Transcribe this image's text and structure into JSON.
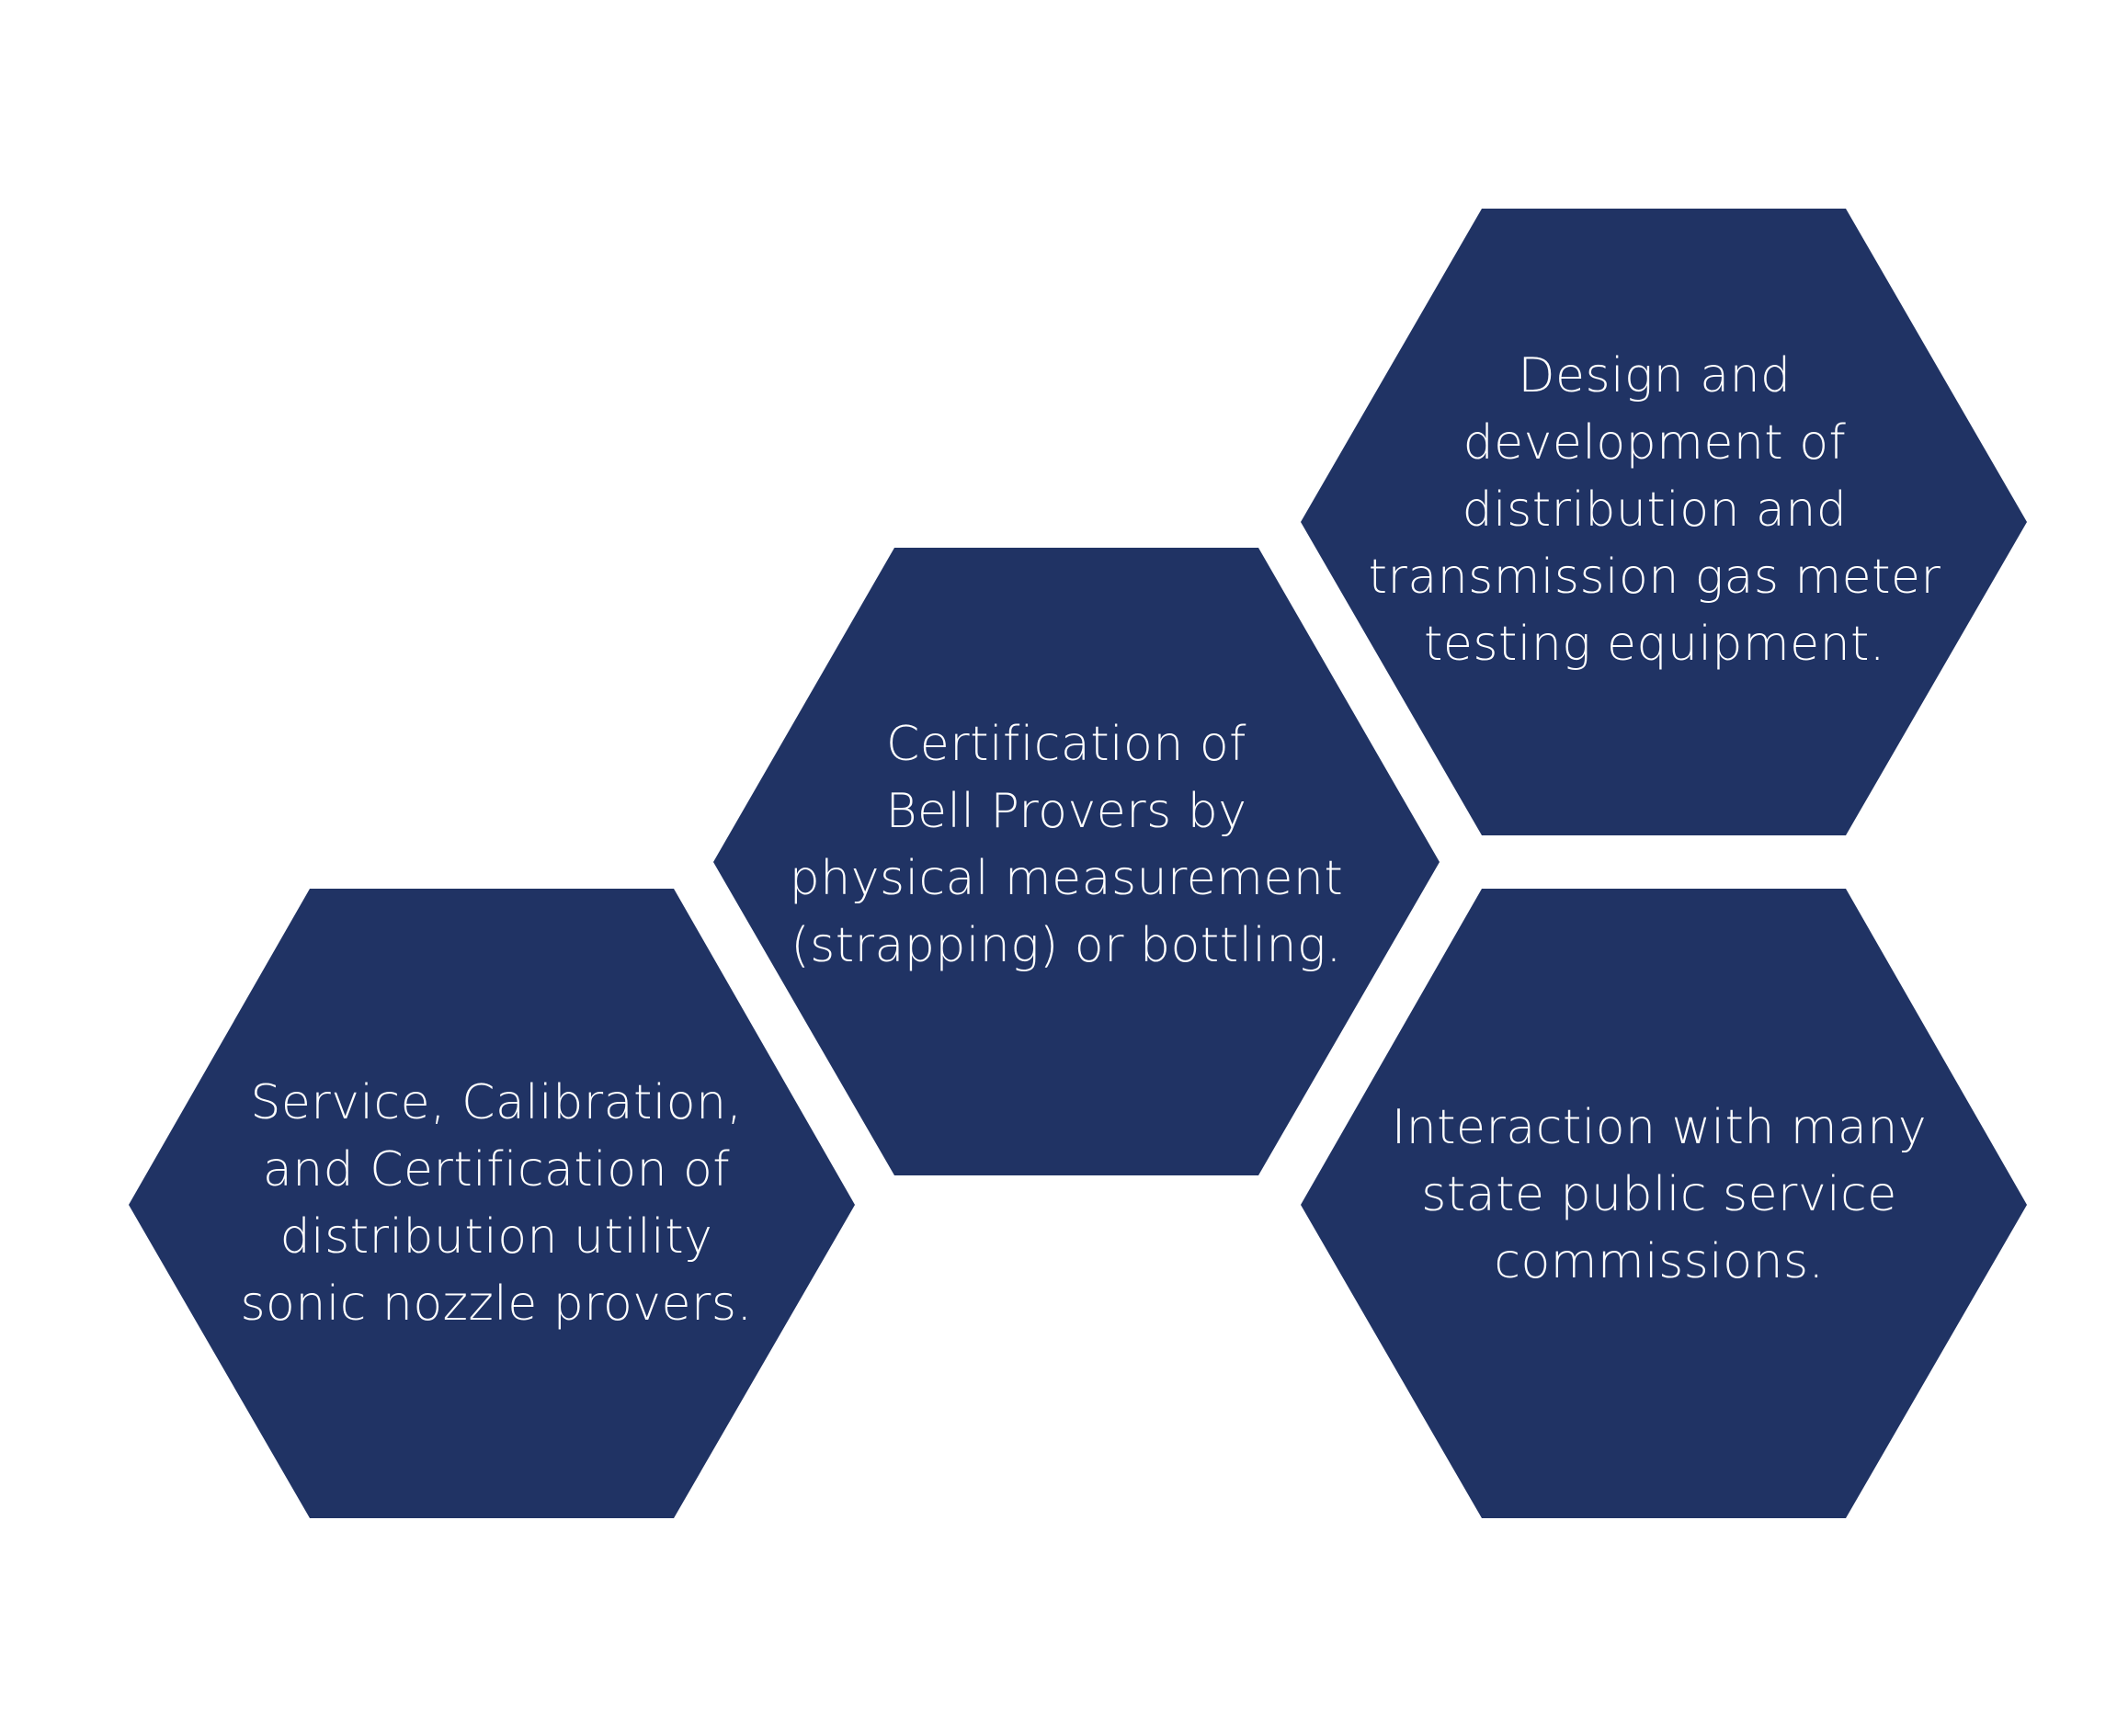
{
  "colors": {
    "background": "#ffffff",
    "hexagon_fill": "#203364",
    "text": "#ffffff"
  },
  "hexagons": [
    {
      "lines": [
        "Service, Calibration,",
        "and Certification of",
        "distribution utility",
        "sonic nozzle provers."
      ]
    },
    {
      "lines": [
        "Certification of",
        "Bell Provers by",
        "physical measurement",
        "(strapping) or bottling."
      ]
    },
    {
      "lines": [
        "Design and",
        "development of",
        "distribution and",
        "transmission gas meter",
        "testing equipment."
      ]
    },
    {
      "lines": [
        "Interaction with many",
        "state public service",
        "commissions."
      ]
    }
  ]
}
